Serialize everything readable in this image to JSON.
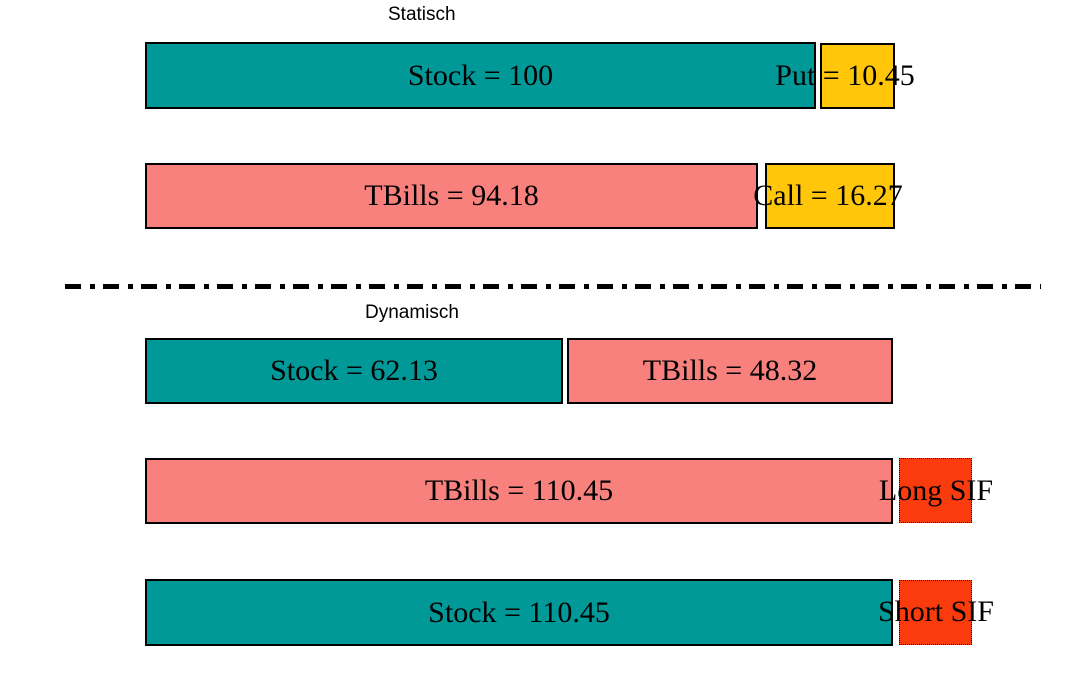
{
  "colors": {
    "teal": "#009998",
    "salmon": "#F8807D",
    "gold": "#FFC60A",
    "orange_red": "#FA3B0D",
    "border": "#000000"
  },
  "static_section": {
    "title": "Statisch",
    "row1": {
      "stock_label": "Stock = 100",
      "put_label": "Put = 10.45"
    },
    "row2": {
      "tbills_label": "TBills = 94.18",
      "call_label": "Call = 16.27"
    }
  },
  "dynamic_section": {
    "title": "Dynamisch",
    "row1": {
      "stock_label": "Stock = 62.13",
      "tbills_label": "TBills = 48.32"
    },
    "row2": {
      "tbills_label": "TBills = 110.45",
      "long_sif_label": "Long SIF"
    },
    "row3": {
      "stock_label": "Stock = 110.45",
      "short_sif_label": "Short SIF"
    }
  }
}
